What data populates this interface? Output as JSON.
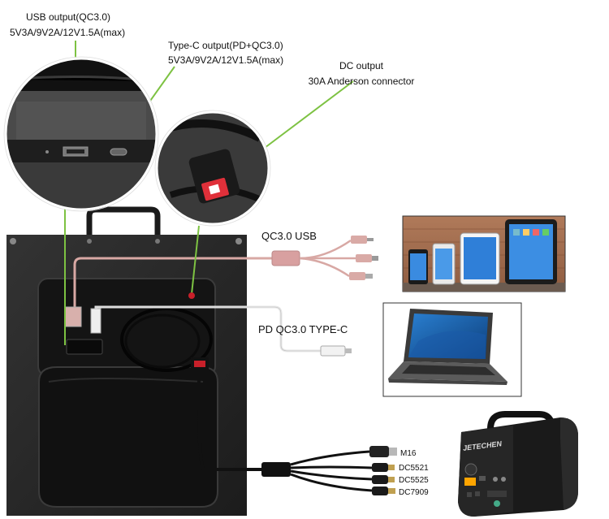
{
  "callouts": {
    "usb_title": "USB output(QC3.0)",
    "usb_spec": "5V3A/9V2A/12V1.5A(max)",
    "typec_title": "Type-C output(PD+QC3.0)",
    "typec_spec": "5V3A/9V2A/12V1.5A(max)",
    "dc_title": "DC output",
    "dc_spec": "30A Anderson connector"
  },
  "cables": {
    "qc_usb": "QC3.0 USB",
    "pd_typec": "PD  QC3.0 TYPE-C"
  },
  "dc_connectors": [
    "M16",
    "DC5521",
    "DC5525",
    "DC7909"
  ],
  "power_station": {
    "brand": "JETECHEN"
  },
  "colors": {
    "pointer_line": "#7dc242",
    "panel": "#2a2a2a",
    "pink_cable": "#d8a8a4"
  }
}
